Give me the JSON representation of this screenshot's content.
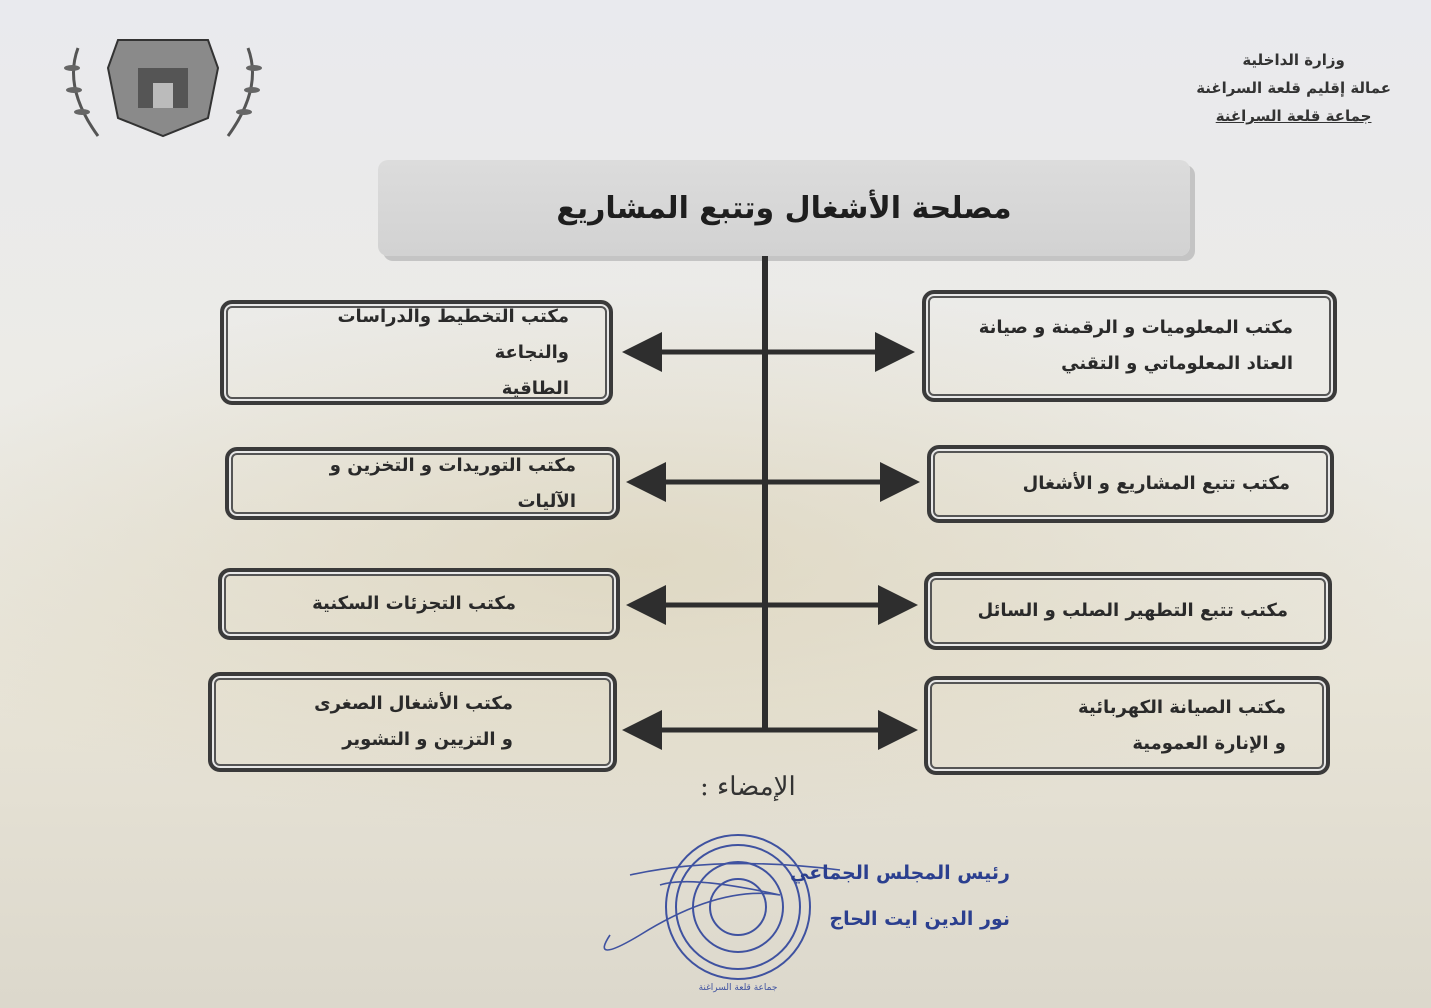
{
  "header": {
    "line1": "وزارة الداخلية",
    "line2": "عمالة إقليم قلعة السراغنة",
    "line3": "جماعة قلعة السراغنة"
  },
  "title": "مصلحة الأشغال وتتبع المشاريع",
  "right_offices": [
    {
      "line1": "مكتب المعلوميات و الرقمنة و صيانة",
      "line2": "العتاد المعلوماتي و التقني"
    },
    {
      "line1": "مكتب تتبع المشاريع و الأشغال",
      "line2": ""
    },
    {
      "line1": "مكتب تتبع التطهير الصلب و السائل",
      "line2": ""
    },
    {
      "line1": "مكتب الصيانة الكهربائية",
      "line2": "و الإنارة العمومية"
    }
  ],
  "left_offices": [
    {
      "line1": "مكتب التخطيط والدراسات والنجاعة",
      "line2": "الطاقية"
    },
    {
      "line1": "مكتب التوريدات و التخزين و الآليات",
      "line2": ""
    },
    {
      "line1": "مكتب التجزئات السكنية",
      "line2": ""
    },
    {
      "line1": "مكتب الأشغال الصغرى",
      "line2": "و التزيين و التشوير"
    }
  ],
  "signature": {
    "label": "الإمضاء :",
    "role": "رئيس المجلس الجماعي",
    "name": "نور الدين ايت الحاج",
    "stamp_text": "جماعة قلعة السراغنة"
  }
}
